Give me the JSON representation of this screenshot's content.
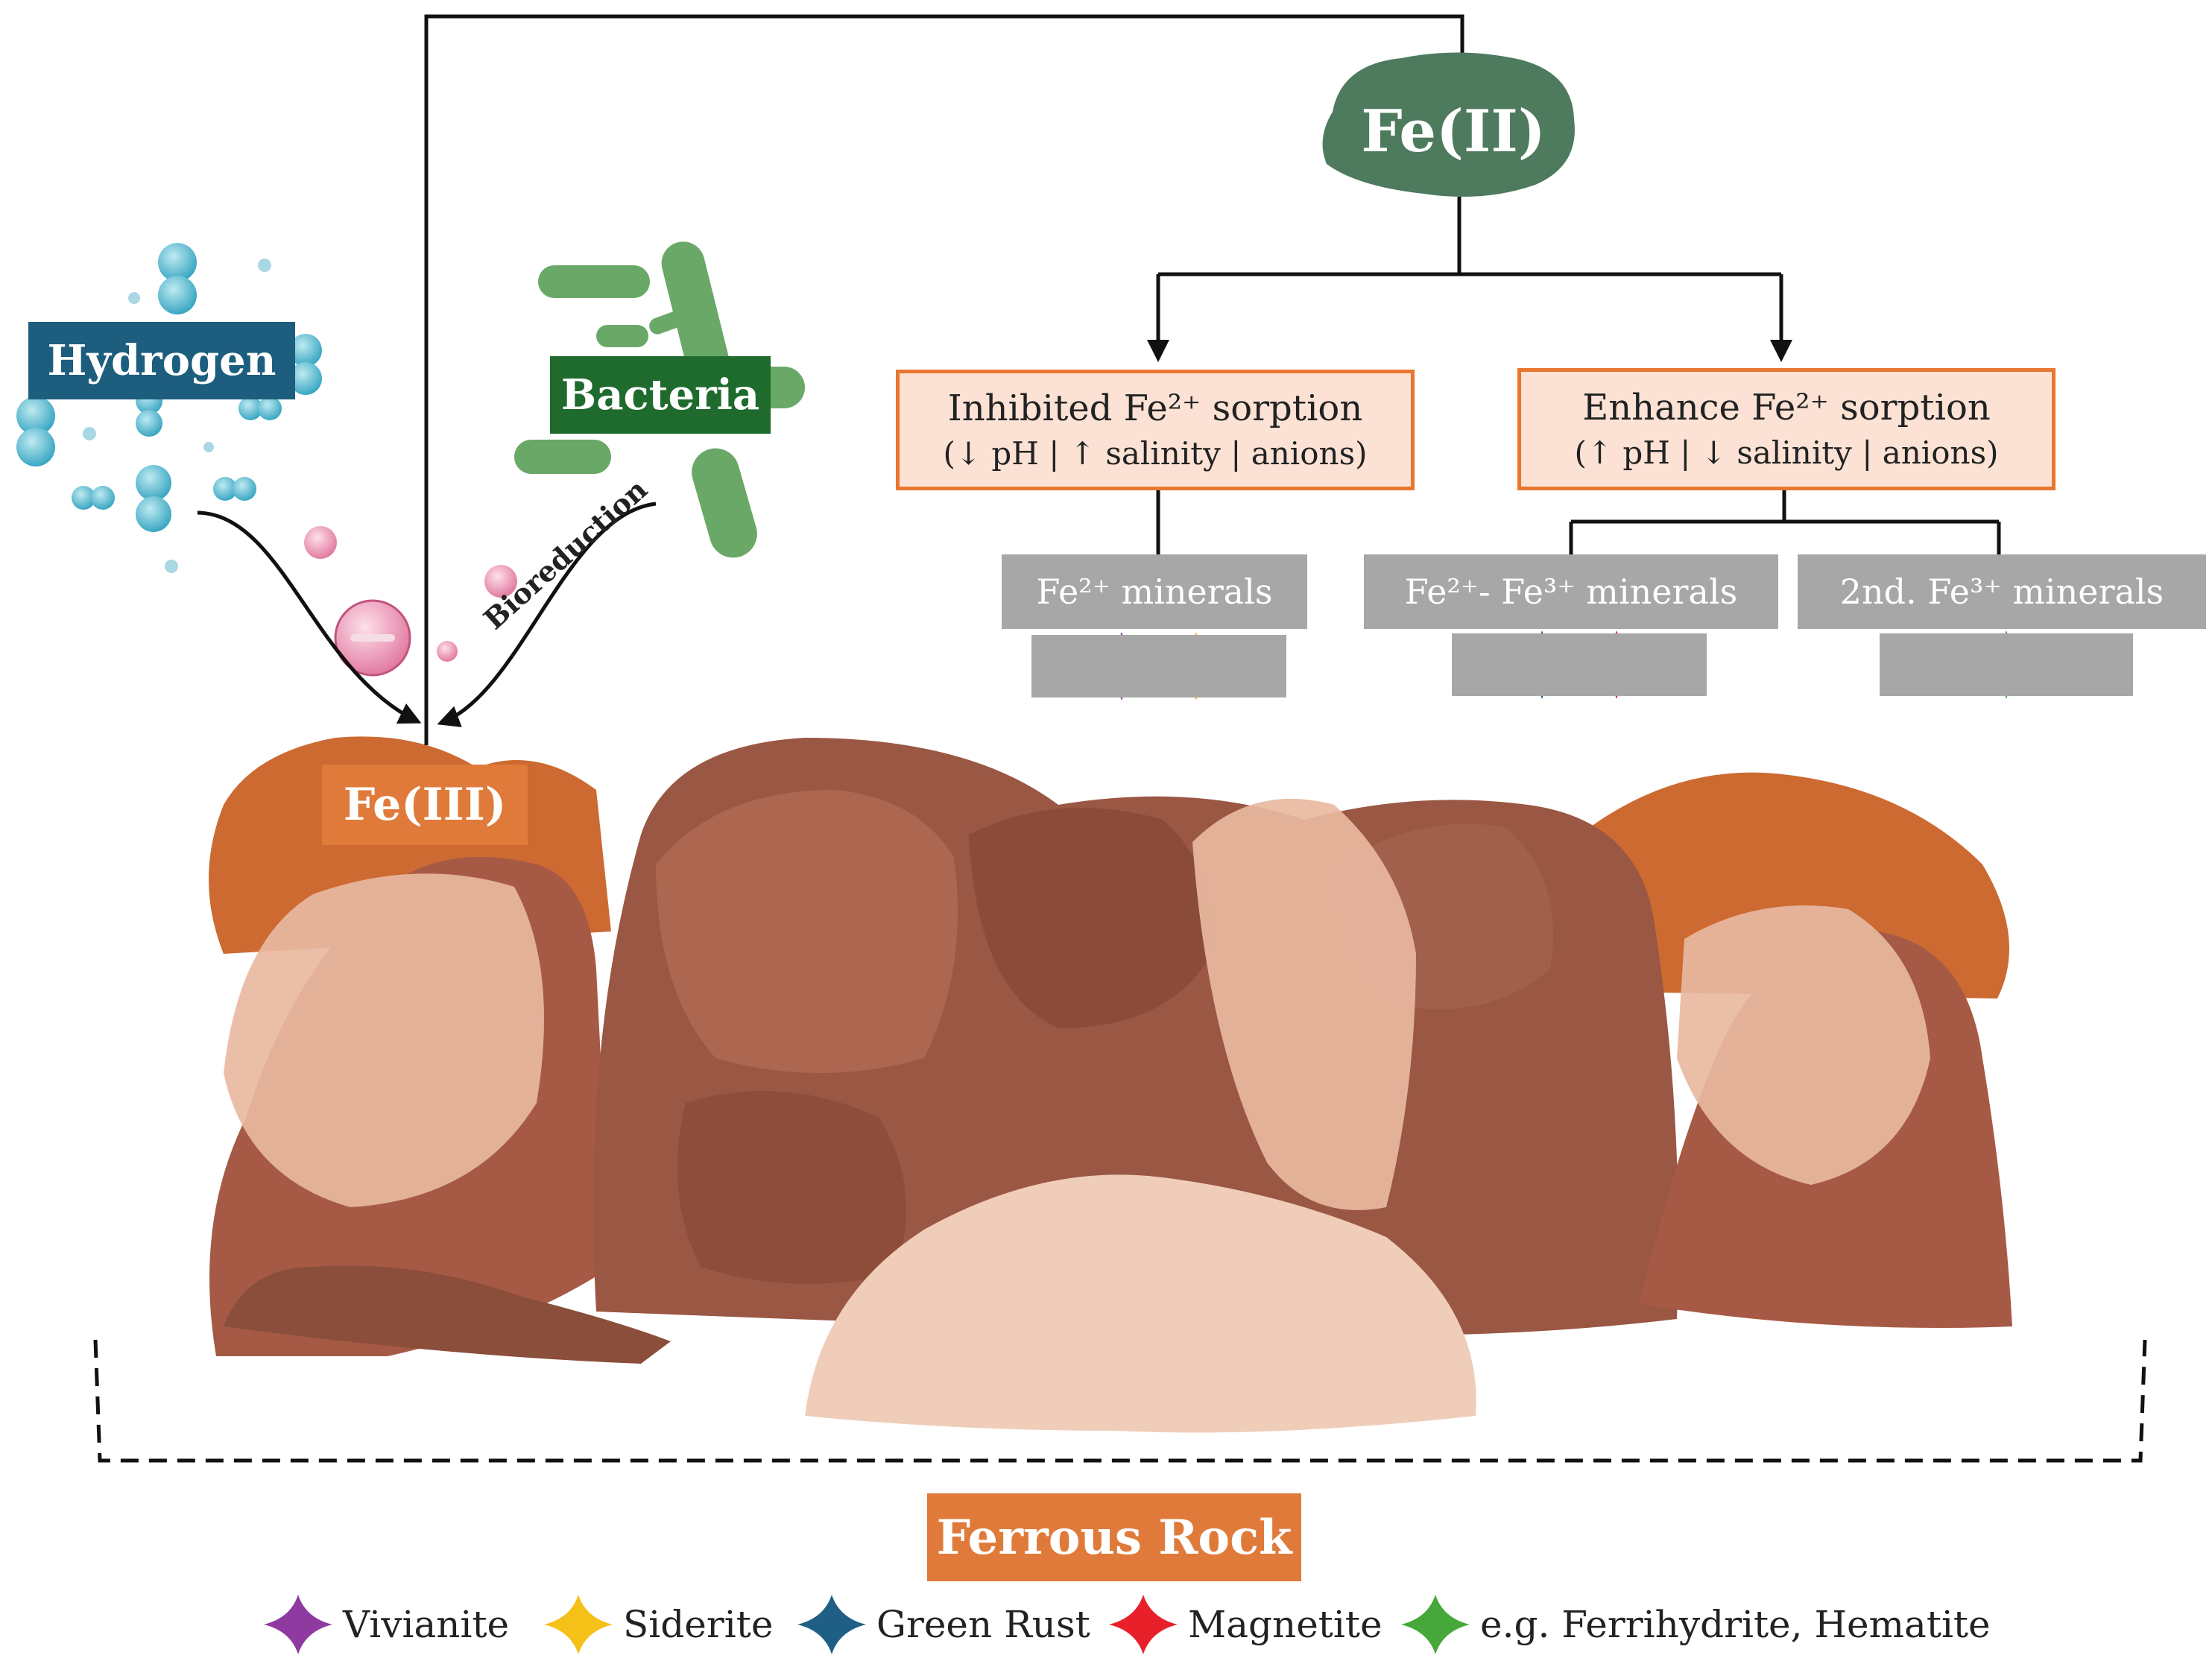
{
  "labels": {
    "hydrogen": "Hydrogen",
    "bacteria": "Bacteria",
    "fe3": "Fe(III)",
    "fe2": "Fe(II)",
    "bioreduction": "Bioreduction",
    "ferrous_rock": "Ferrous Rock"
  },
  "sorption": {
    "inhibited": {
      "title": "Inhibited  Fe²⁺ sorption",
      "conditions": "(↓ pH | ↑ salinity | anions)"
    },
    "enhance": {
      "title": "Enhance  Fe²⁺ sorption",
      "conditions": "(↑ pH | ↓ salinity | anions)"
    }
  },
  "mineral_groups": [
    {
      "label": "Fe²⁺ minerals",
      "stars": [
        "vivianite",
        "siderite"
      ]
    },
    {
      "label": "Fe²⁺- Fe³⁺ minerals",
      "stars": [
        "green_rust",
        "magnetite"
      ]
    },
    {
      "label": "2nd. Fe³⁺ minerals",
      "stars": [
        "ferrihydrite"
      ]
    }
  ],
  "legend": [
    {
      "key": "vivianite",
      "label": "Vivianite",
      "color": "#8e3aa0"
    },
    {
      "key": "siderite",
      "label": "Siderite",
      "color": "#f5c018"
    },
    {
      "key": "green_rust",
      "label": "Green Rust",
      "color": "#1f5f86"
    },
    {
      "key": "magnetite",
      "label": "Magnetite",
      "color": "#e8202a"
    },
    {
      "key": "ferrihydrite",
      "label": "e.g. Ferrihydrite, Hematite",
      "color": "#46a83a"
    }
  ],
  "colors": {
    "hydrogen_box": "#1d5d7d",
    "bacteria_box": "#1f6b2e",
    "fe3_box": "#e07a3a",
    "fe2_blob": "#4e7a5e",
    "sorption_fill": "#fbe2d4",
    "sorption_border": "#e8772f",
    "mineral_box": "#a7a7a7",
    "rock_dark": "#8a4e3a",
    "rock_light": "#e9b9a0"
  },
  "icons": [
    "hydrogen-molecule-icon",
    "bacteria-icon",
    "electron-icon",
    "star-icon"
  ]
}
